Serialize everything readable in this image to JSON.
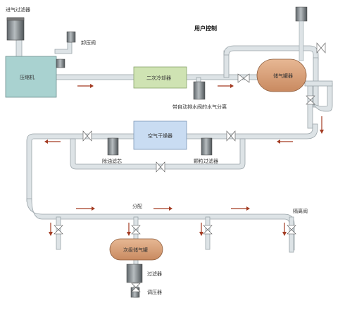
{
  "title": "用户控制",
  "labels": {
    "intake_filter": "进气过滤器",
    "unloader_valve": "卸压阀",
    "compressor": "压缩机",
    "aftercooler": "二次冷却器",
    "separator": "带自动排水阀的水气分离",
    "receiver": "储气罐器",
    "dryer": "空气干燥器",
    "oil_filter": "除油滤芯",
    "particle_filter": "颗粒过滤器",
    "distribution": "分配",
    "isolation_valve": "隔离阀",
    "secondary_receiver": "次级储气罐",
    "point_filter": "过滤器",
    "regulator": "调压器"
  },
  "colors": {
    "pipe_fill": "#dde3e6",
    "pipe_edge": "#9aa4a9",
    "compressor": "#a9d2d0",
    "aftercooler": "#cfe3b3",
    "dryer": "#c9dcf2",
    "receiver": "#d9a27c",
    "arrow": "#a33b22"
  }
}
